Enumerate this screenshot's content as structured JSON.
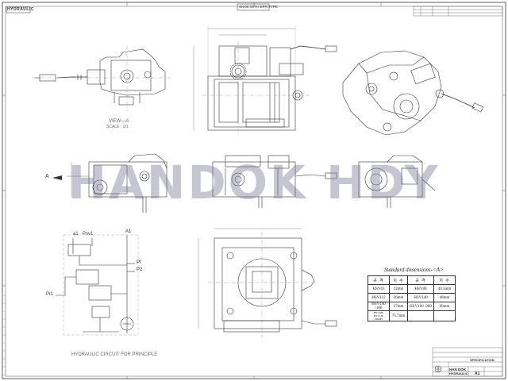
{
  "header": {
    "logo_text": "HYDRAULIC",
    "title_box": "SHOE WITH EPR TYPE"
  },
  "views": {
    "view_a_label": "VIEW—A",
    "view_a_scale": "SCALE : 1/1",
    "arrow_label": "A"
  },
  "watermark": "HANDOK HDY",
  "circuit": {
    "labels": {
      "a1": "a1",
      "psv1": "Psv1",
      "A1": "A1",
      "Pf": "Pf",
      "P2": "P2",
      "Pi1": "Pi1"
    },
    "caption": "HYDRAULIC CIRCUIT FOR PRINCIPLE"
  },
  "dimensions": {
    "title": "Standard dimensions-<A>",
    "headers": [
      "규 격",
      "치 수",
      "규 격",
      "치 수"
    ],
    "rows": [
      [
        "HSV63",
        "22mm",
        "HSV80",
        "40.5mm"
      ],
      [
        "HSV112",
        "36mm",
        "HSV140",
        "48mm"
      ],
      [
        "HSV140 /180",
        "27mm",
        "HSV160 /200",
        "60mm"
      ],
      [
        "HSV280 HSV180 /200HS",
        "75.7mm",
        "",
        ""
      ]
    ]
  },
  "title_block": {
    "spec_title": "SPECIFICATION",
    "company_line1": "HAN DOK",
    "company_line2": "HYDRAULIC",
    "sheet_size": "A1"
  },
  "colors": {
    "line": "#333333",
    "watermark": "#8a8aa8"
  }
}
